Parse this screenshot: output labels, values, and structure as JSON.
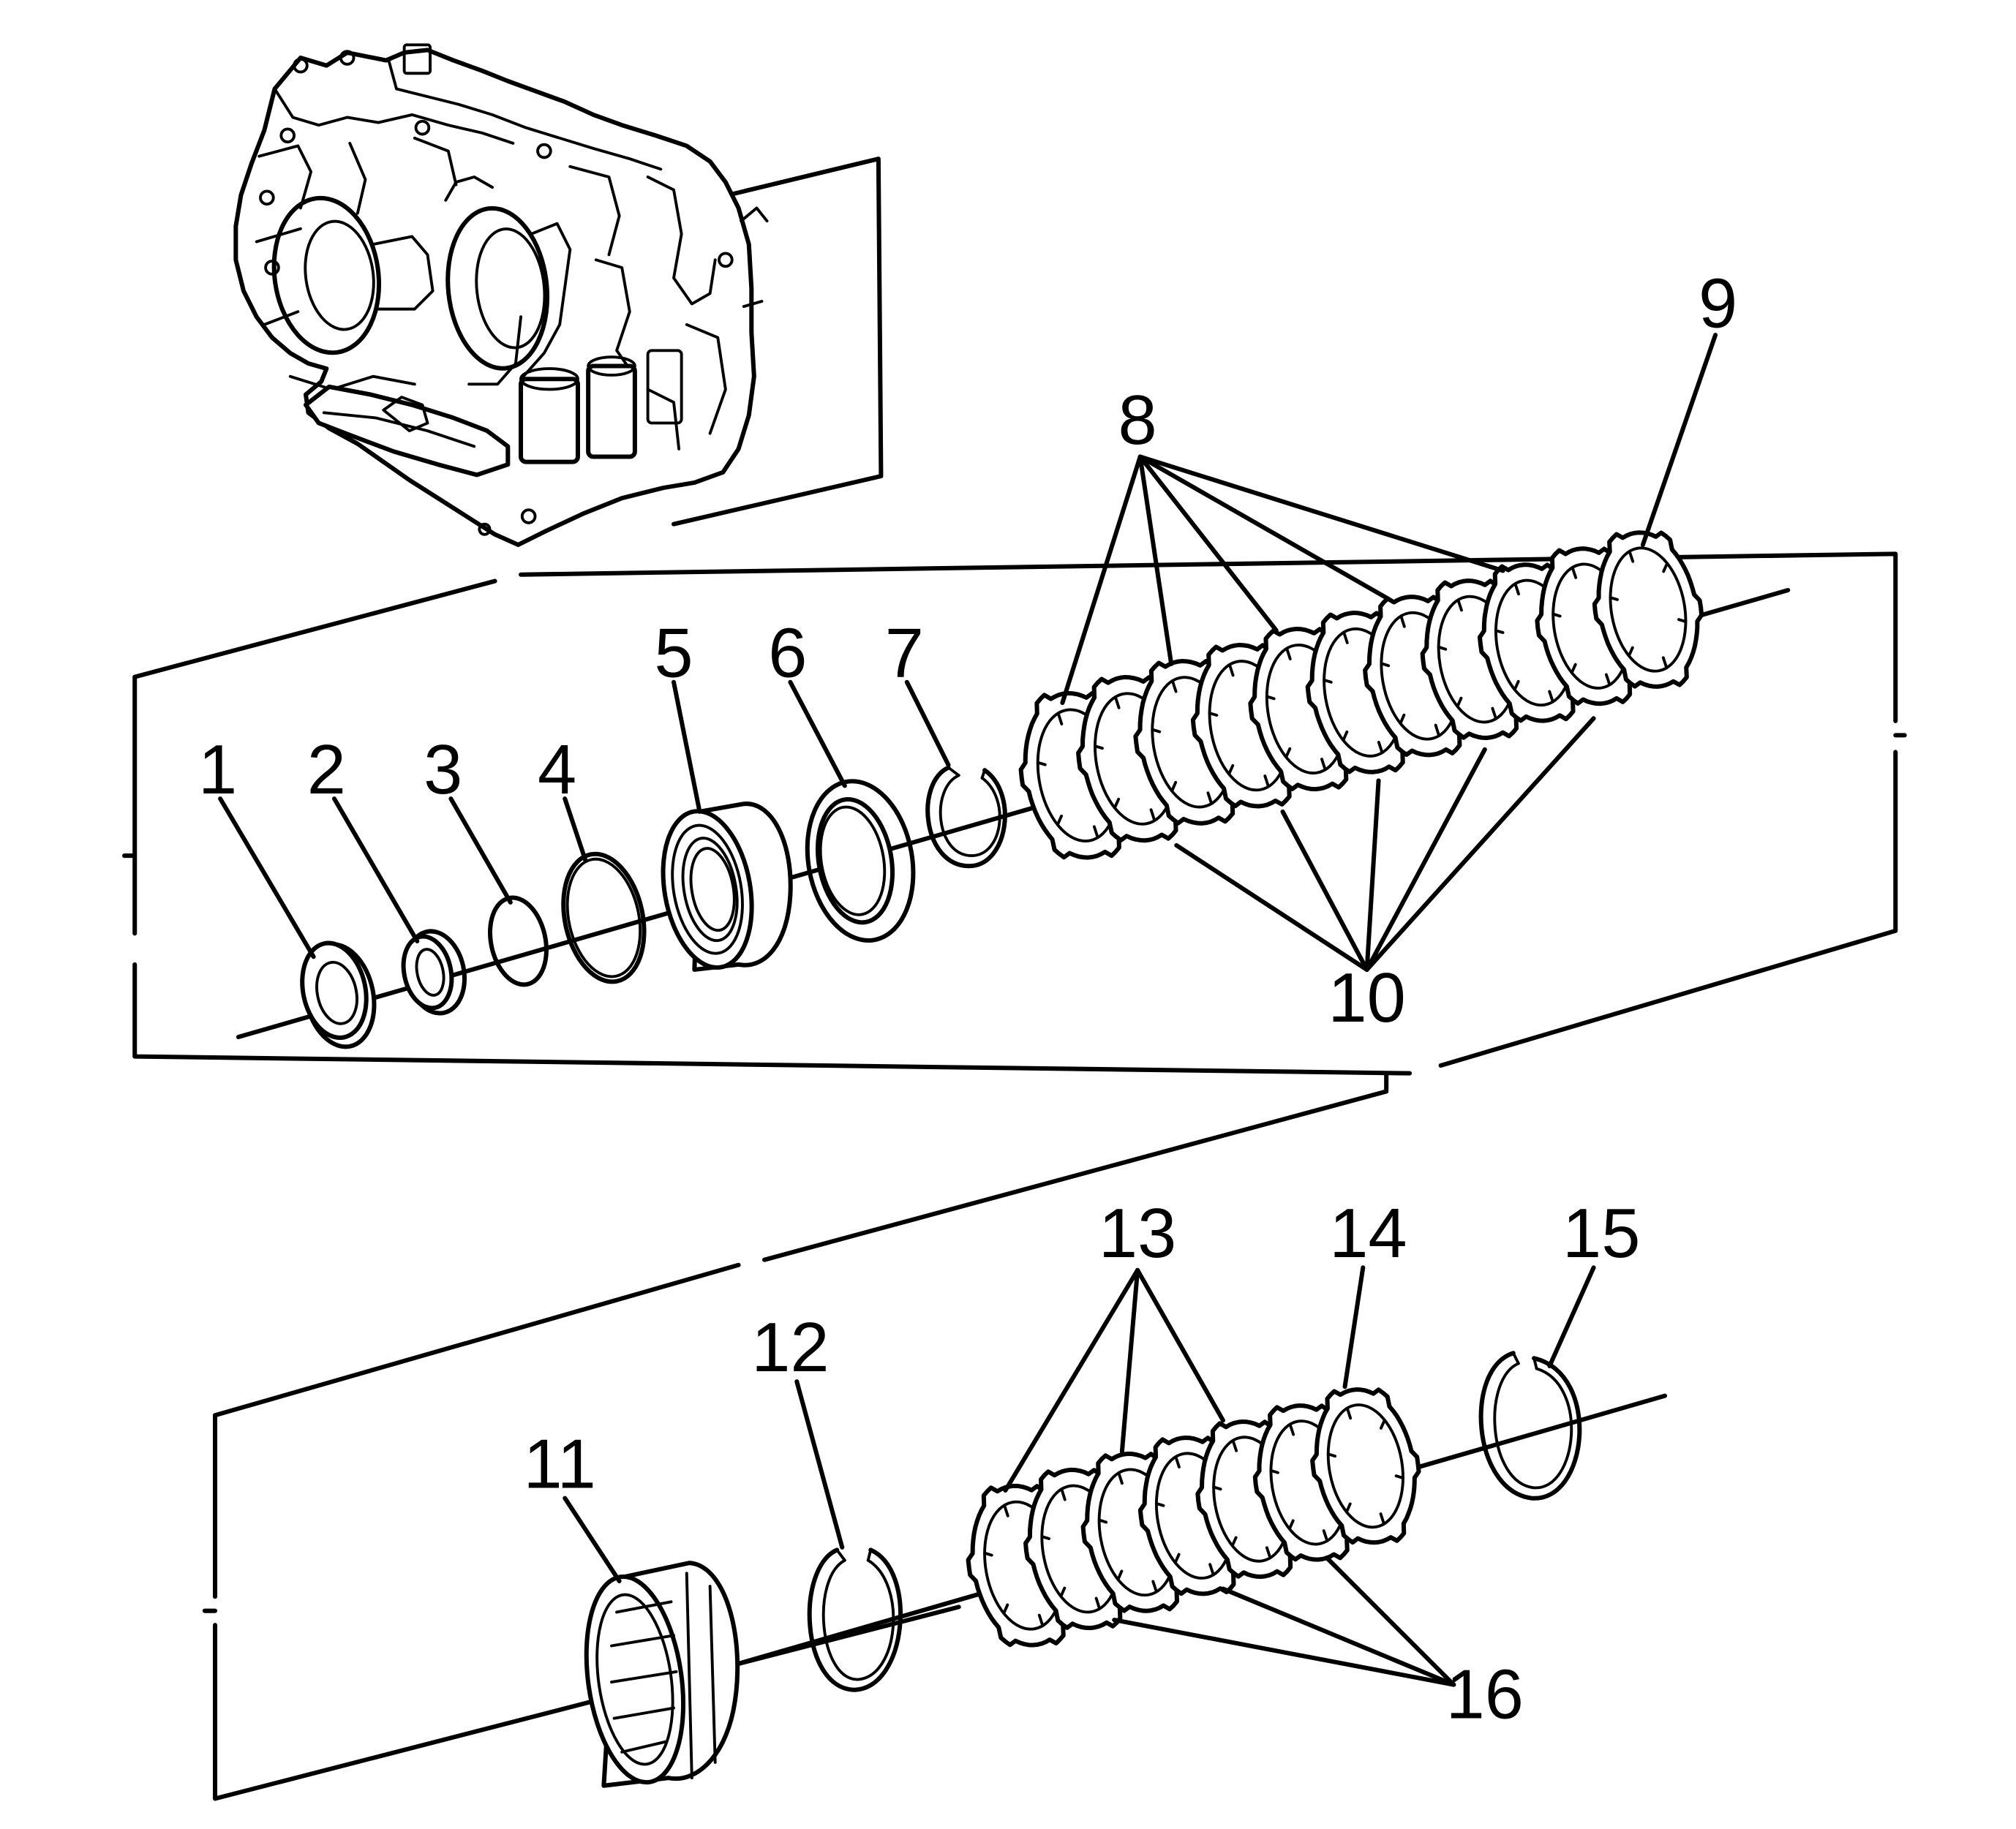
{
  "diagram": {
    "callouts": [
      "1",
      "2",
      "3",
      "4",
      "5",
      "6",
      "7",
      "8",
      "9",
      "10",
      "11",
      "12",
      "13",
      "14",
      "15",
      "16"
    ]
  },
  "colors": {
    "line": "#000000",
    "background": "#ffffff"
  }
}
